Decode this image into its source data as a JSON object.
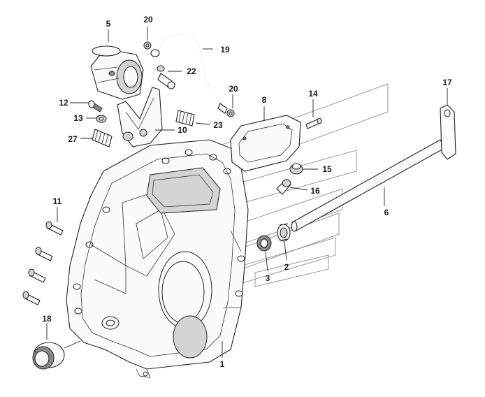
{
  "diagram": {
    "callouts": [
      "1",
      "2",
      "3",
      "5",
      "6",
      "8",
      "10",
      "11",
      "12",
      "13",
      "14",
      "15",
      "16",
      "17",
      "18",
      "19",
      "20",
      "20",
      "22",
      "23",
      "27"
    ]
  }
}
